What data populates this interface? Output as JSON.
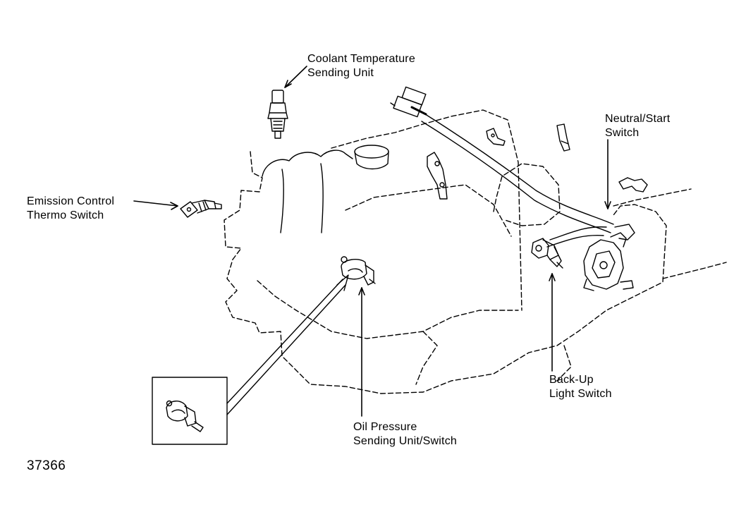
{
  "labels": {
    "coolant": [
      "Coolant Temperature",
      "Sending Unit"
    ],
    "emission": [
      "Emission Control",
      "Thermo Switch"
    ],
    "neutral": [
      "Neutral/Start",
      "Switch"
    ],
    "backup": [
      "Back-Up",
      "Light Switch"
    ],
    "oil": [
      "Oil Pressure",
      "Sending Unit/Switch"
    ]
  },
  "figure_number": "37366",
  "colors": {
    "ink": "#000000",
    "paper": "#ffffff"
  }
}
